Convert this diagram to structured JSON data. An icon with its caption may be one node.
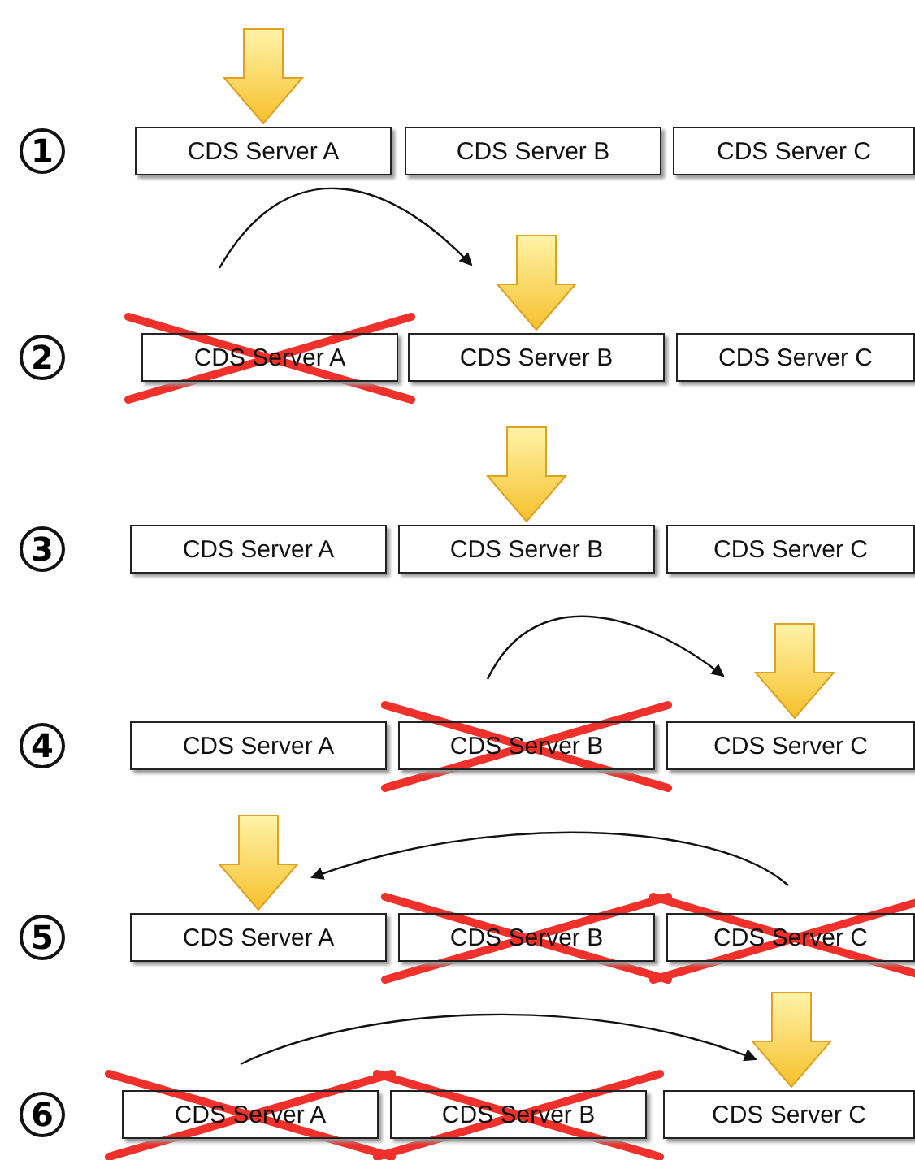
{
  "diagram": {
    "nodes": [
      {
        "text": [
          "CDS Server A"
        ]
      },
      {
        "text": [
          "CDS Server B"
        ]
      },
      {
        "text": [
          "CDS Server C"
        ]
      },
      {
        "text": [
          "CDS Server A"
        ]
      },
      {
        "text": [
          "CDS Server B"
        ]
      },
      {
        "text": [
          "CDS Server C"
        ]
      },
      {
        "text": [
          "CDS Server A"
        ]
      },
      {
        "text": [
          "CDS Server B"
        ]
      },
      {
        "text": [
          "CDS Server C"
        ]
      },
      {
        "text": [
          "CDS Server A"
        ]
      },
      {
        "text": [
          "CDS Server B"
        ]
      },
      {
        "text": [
          "CDS Server C"
        ]
      },
      {
        "text": [
          "CDS Server A"
        ]
      },
      {
        "text": [
          "CDS Server B"
        ]
      },
      {
        "text": [
          "CDS Server C"
        ]
      },
      {
        "text": [
          "CDS Server A"
        ]
      },
      {
        "text": [
          "CDS Server B"
        ]
      },
      {
        "text": [
          "CDS Server C"
        ]
      }
    ],
    "edges": [
      {
        "from": null,
        "to": 0,
        "arrow": "to"
      },
      {
        "from": null,
        "to": 4,
        "arrow": "to"
      },
      {
        "from": null,
        "to": 7,
        "arrow": "to"
      },
      {
        "from": null,
        "to": 11,
        "arrow": "to"
      },
      {
        "from": null,
        "to": 12,
        "arrow": "to"
      },
      {
        "from": null,
        "to": 17,
        "arrow": "to"
      }
    ],
    "labels": [
      "1",
      "2",
      "3",
      "4",
      "5",
      "6"
    ]
  }
}
